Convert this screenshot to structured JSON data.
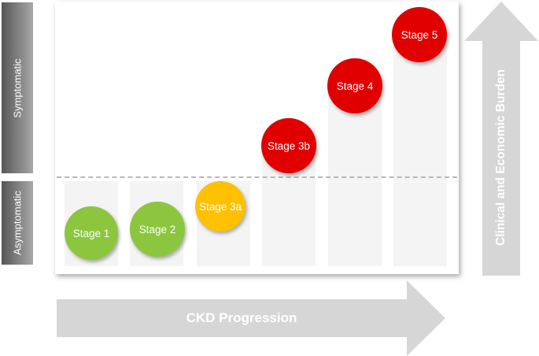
{
  "side_labels": {
    "symptomatic": "Symptomatic",
    "asymptomatic": "Asymptomatic"
  },
  "stages": [
    {
      "label": "Stage 1",
      "color": "#8cc63f"
    },
    {
      "label": "Stage 2",
      "color": "#8cc63f"
    },
    {
      "label": "Stage 3a",
      "color": "#ffc000"
    },
    {
      "label": "Stage 3b",
      "color": "#e00000"
    },
    {
      "label": "Stage 4",
      "color": "#e00000"
    },
    {
      "label": "Stage 5",
      "color": "#e00000"
    }
  ],
  "x_arrow_label": "CKD Progression",
  "y_arrow_label": "Clinical and Economic Burden",
  "colors": {
    "green": "#8cc63f",
    "amber": "#ffc000",
    "red": "#e00000",
    "arrow": "#d6d6d6",
    "side_label_gradient": "#555555"
  }
}
